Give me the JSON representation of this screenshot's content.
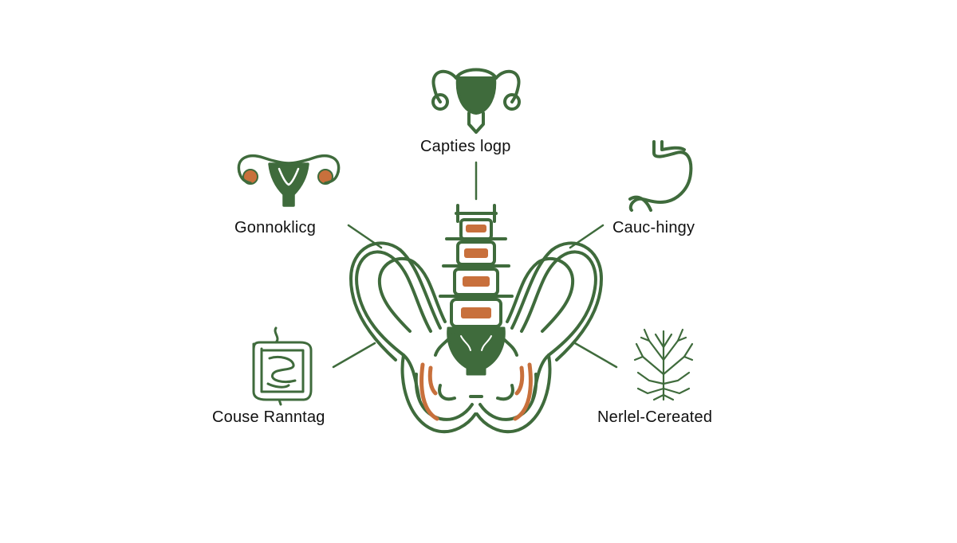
{
  "labels": {
    "top": "Capties logp",
    "upper_left": "Gonnoklicg",
    "upper_right": "Cauc-hingy",
    "lower_left": "Couse Ranntag",
    "lower_right": "Nerlel-Cereated"
  },
  "icons": {
    "top": "bladder-uterus-icon",
    "upper_left": "uterus-icon",
    "upper_right": "stomach-icon",
    "lower_left": "intestines-icon",
    "lower_right": "nerve-tree-icon",
    "center": "pelvis-spine-icon"
  },
  "colors": {
    "line": "#3f6b3c",
    "accent": "#c8703c",
    "text": "#111111",
    "background": "#ffffff"
  }
}
